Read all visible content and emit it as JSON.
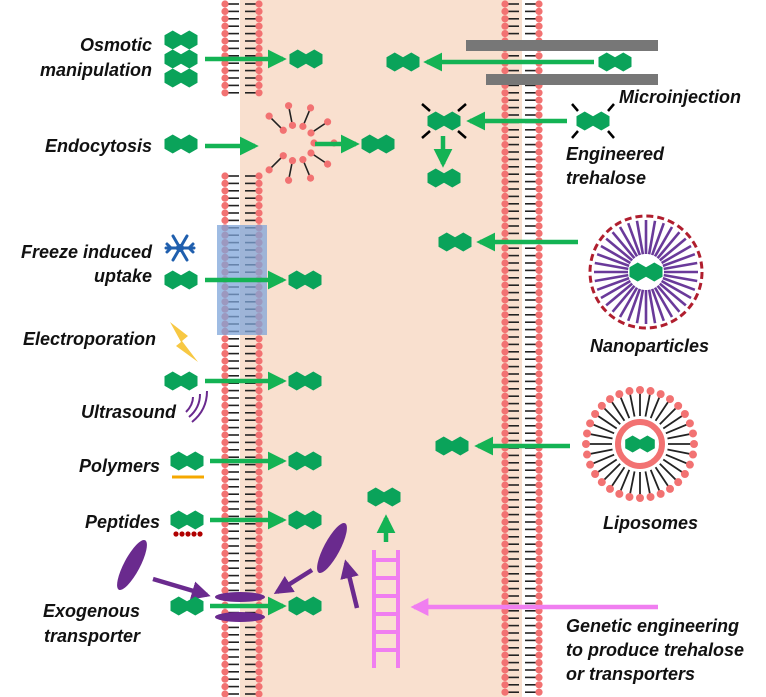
{
  "labels": {
    "osmotic_line1": "Osmotic",
    "osmotic_line2": "manipulation",
    "endocytosis": "Endocytosis",
    "freeze_line1": "Freeze induced",
    "freeze_line2": "uptake",
    "electroporation": "Electroporation",
    "ultrasound": "Ultrasound",
    "polymers": "Polymers",
    "peptides": "Peptides",
    "exogenous_line1": "Exogenous",
    "exogenous_line2": "transporter",
    "microinjection": "Microinjection",
    "engineered_line1": "Engineered",
    "engineered_line2": "trehalose",
    "nanoparticles": "Nanoparticles",
    "liposomes": "Liposomes",
    "genetic_line1": "Genetic engineering",
    "genetic_line2": "to produce trehalose",
    "genetic_line3": "or transporters"
  },
  "colors": {
    "trehalose": "#0aa35a",
    "arrow": "#14b354",
    "cytoplasm": "#f9e0cf",
    "lipid_head": "#f27272",
    "lipid_tail": "#222222",
    "transporter": "#6a2a8e",
    "pink_ladder": "#f07ef0",
    "freeze_region": "#7fa6d9",
    "snowflake": "#1f5fae",
    "lightning": "#f7c843",
    "polymer_line": "#f5a800",
    "peptide_beads": "#b00000",
    "needle": "#777777",
    "nanoparticle_spokes": "#6a3a9a",
    "nanoparticle_ring": "#b01e2e"
  },
  "icons": [
    "snowflake-icon",
    "lightning-icon",
    "ultrasound-waves-icon"
  ]
}
